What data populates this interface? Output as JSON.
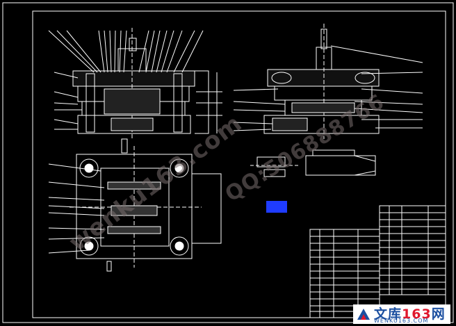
{
  "watermarks": {
    "site": "wenku163.com",
    "qq": "QQ:506888766"
  },
  "logo": {
    "name": "文库",
    "number": "163",
    "suffix": "网",
    "url": "WENKU163.COM"
  },
  "colors": {
    "background": "#000000",
    "lines": "#ffffff",
    "accent_block": "#1f3cff",
    "watermark": "#807070",
    "logo_blue": "#1b4fa0",
    "logo_red": "#e0182d"
  }
}
